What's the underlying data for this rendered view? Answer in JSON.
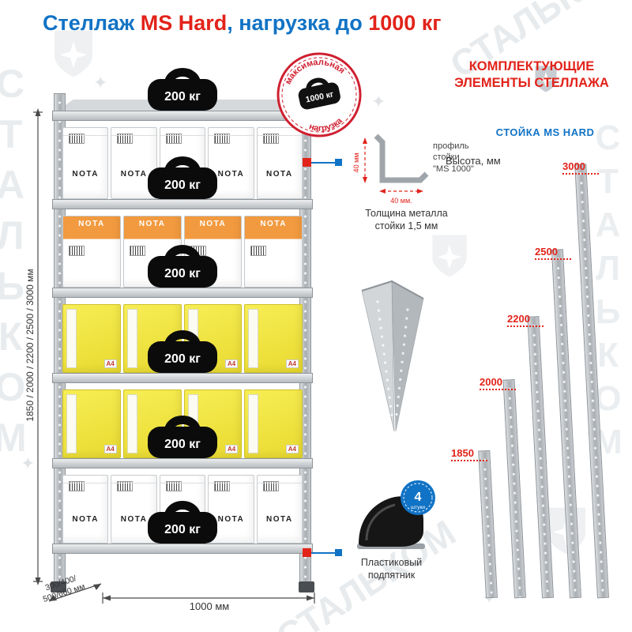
{
  "page": {
    "watermark": "СТАЛЬКОМ"
  },
  "title": {
    "part1": "Стеллаж ",
    "accent1": "MS Hard",
    "part2": ", нагрузка до ",
    "accent2": "1000 кг"
  },
  "rack": {
    "weight_label": "200 кг",
    "max_load": {
      "arc_top": "максимальная",
      "arc_bottom": "нагрузка",
      "weight": "1000 кг"
    },
    "box_brand": "NOTA",
    "paper_label": "А4",
    "bays": [
      "nota-white",
      "nota-orange",
      "yellow",
      "yellow",
      "nota-white"
    ],
    "dim_height": "1850 / 2000 / 2200 / 2500 / 3000 мм",
    "dim_depth_line1": "300/400/",
    "dim_depth_line2": "500/600 мм",
    "dim_width": "1000 мм"
  },
  "middle": {
    "profile_caption_line1": "профиль",
    "profile_caption_line2": "стойки",
    "profile_caption_line3": "\"MS 1000\"",
    "profile_dim_v": "40 мм",
    "profile_dim_h": "40 мм.",
    "thickness_line1": "Толщина металла",
    "thickness_line2": "стойки 1,5 мм",
    "foot_badge_number": "4",
    "foot_badge_text": "штуки",
    "foot_label_line1": "Пластиковый",
    "foot_label_line2": "подпятник"
  },
  "right": {
    "header_line1": "КОМПЛЕКТУЮЩИЕ",
    "header_line2": "ЭЛЕМЕНТЫ СТЕЛЛАЖА",
    "subheader": "СТОЙКА MS HARD",
    "height_label": "Высота, мм",
    "posts": [
      {
        "height_mm": "1850"
      },
      {
        "height_mm": "2000"
      },
      {
        "height_mm": "2200"
      },
      {
        "height_mm": "2500"
      },
      {
        "height_mm": "3000"
      }
    ]
  }
}
